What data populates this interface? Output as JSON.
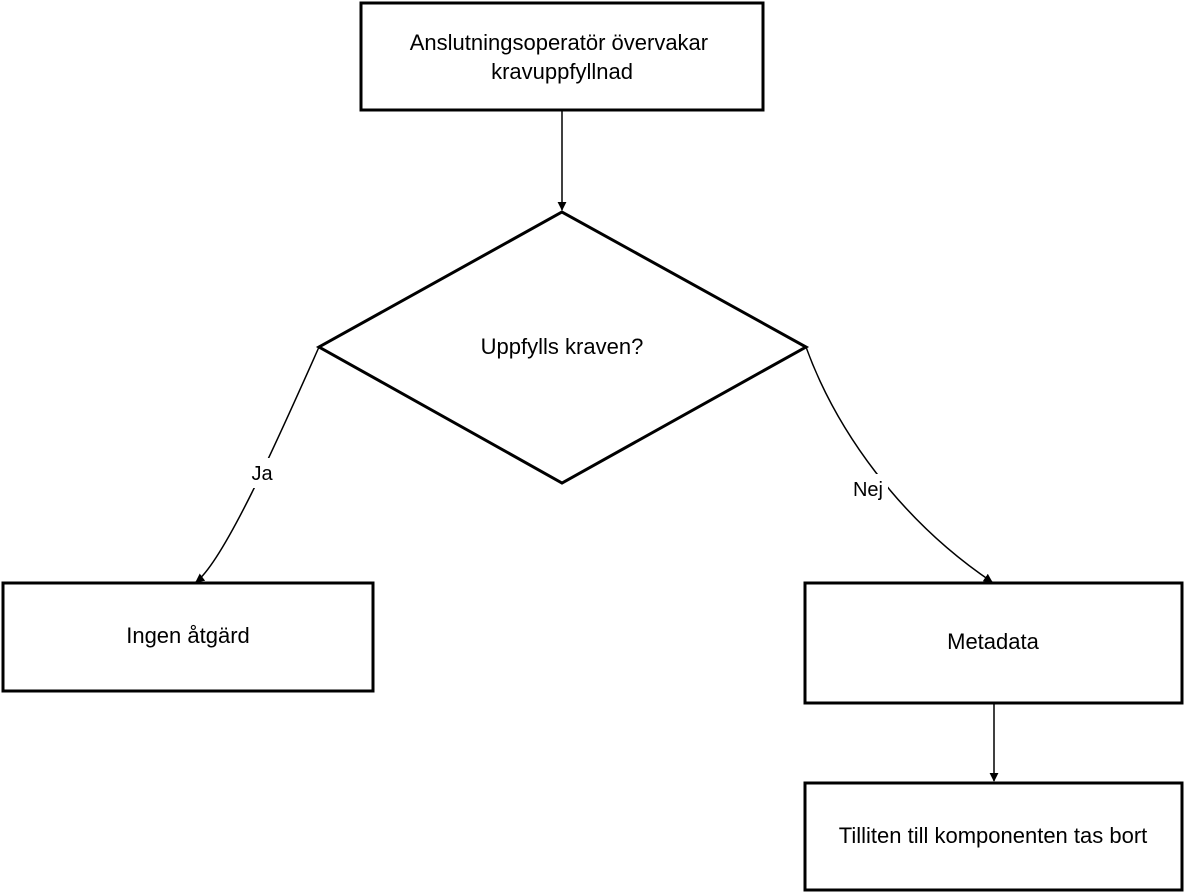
{
  "diagram": {
    "nodes": {
      "monitor": {
        "line1": "Anslutningsoperatör övervakar",
        "line2": "kravuppfyllnad"
      },
      "decision": {
        "label": "Uppfylls kraven?"
      },
      "no_action": {
        "label": "Ingen åtgärd"
      },
      "metadata": {
        "label": "Metadata"
      },
      "trust_removed": {
        "label": "Tilliten till komponenten tas bort"
      }
    },
    "edges": {
      "yes": {
        "label": "Ja"
      },
      "no": {
        "label": "Nej"
      }
    },
    "colors": {
      "stroke": "#000000",
      "fill": "#ffffff",
      "text": "#000000"
    }
  }
}
